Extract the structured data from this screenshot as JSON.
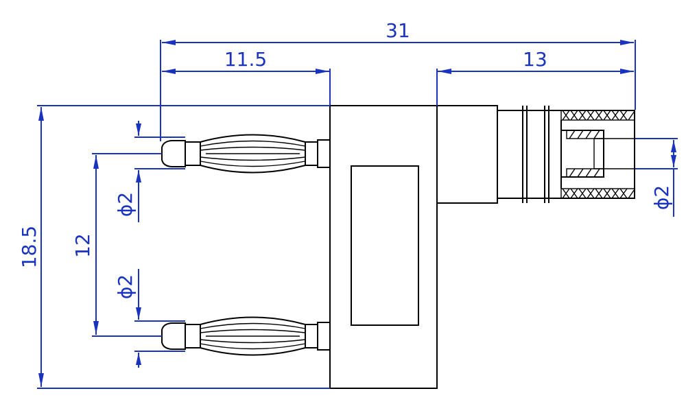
{
  "drawing": {
    "line_color": "#000000",
    "dimension_color": "#1a33bf",
    "dimensions": {
      "overall_length": "31",
      "plug_length": "11.5",
      "socket_length": "13",
      "overall_height": "18.5",
      "plug_spacing": "12",
      "top_plug_diameter": "ϕ2",
      "bottom_plug_diameter": "ϕ2",
      "socket_diameter": "ϕ2"
    }
  }
}
